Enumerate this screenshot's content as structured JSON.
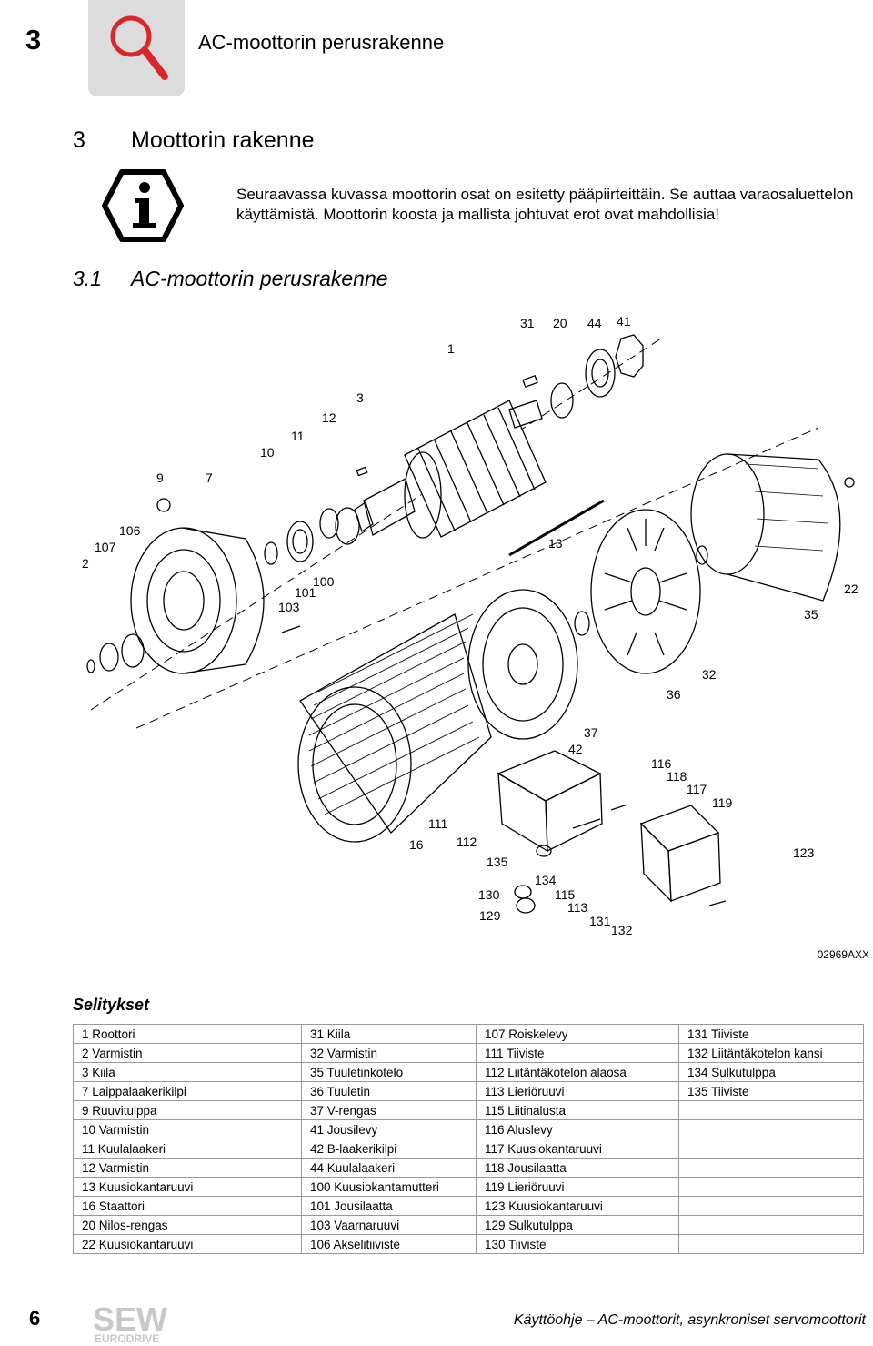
{
  "header": {
    "chapter_number": "3",
    "chapter_title": "AC-moottorin perusrakenne",
    "icon": "magnifier-icon"
  },
  "section": {
    "number": "3",
    "title": "Moottorin rakenne"
  },
  "info": {
    "icon": "info-icon",
    "text": "Seuraavassa kuvassa moottorin osat on esitetty pääpiirteittäin. Se auttaa varaosaluettelon käyttämistä. Moottorin koosta ja mallista johtuvat erot ovat mahdollisia!"
  },
  "subsection": {
    "number": "3.1",
    "title": "AC-moottorin perusrakenne"
  },
  "figure": {
    "id": "02969AXX",
    "labels": [
      "1",
      "31",
      "20",
      "44",
      "41",
      "3",
      "12",
      "11",
      "10",
      "9",
      "7",
      "106",
      "107",
      "2",
      "13",
      "100",
      "101",
      "103",
      "22",
      "35",
      "32",
      "36",
      "37",
      "42",
      "116",
      "118",
      "117",
      "119",
      "111",
      "16",
      "112",
      "135",
      "134",
      "130",
      "115",
      "113",
      "129",
      "131",
      "132",
      "123"
    ]
  },
  "legend": {
    "title": "Selitykset",
    "rows": [
      [
        "1 Roottori",
        "31 Kiila",
        "107 Roiskelevy",
        "131 Tiiviste"
      ],
      [
        "2 Varmistin",
        "32 Varmistin",
        "111 Tiiviste",
        "132 Liitäntäkotelon kansi"
      ],
      [
        "3 Kiila",
        "35 Tuuletinkotelo",
        "112 Liitäntäkotelon alaosa",
        "134 Sulkutulppa"
      ],
      [
        "7 Laippalaakerikilpi",
        "36 Tuuletin",
        "113 Lieriöruuvi",
        "135 Tiiviste"
      ],
      [
        "9 Ruuvitulppa",
        "37 V-rengas",
        "115 Liitinalusta",
        ""
      ],
      [
        "10 Varmistin",
        "41 Jousilevy",
        "116 Aluslevy",
        ""
      ],
      [
        "11 Kuulalaakeri",
        "42 B-laakerikilpi",
        "117 Kuusiokantaruuvi",
        ""
      ],
      [
        "12 Varmistin",
        "44 Kuulalaakeri",
        "118 Jousilaatta",
        ""
      ],
      [
        "13 Kuusiokantaruuvi",
        "100 Kuusiokantamutteri",
        "119 Lieriöruuvi",
        ""
      ],
      [
        "16 Staattori",
        "101 Jousilaatta",
        "123 Kuusiokantaruuvi",
        ""
      ],
      [
        "20 Nilos-rengas",
        "103 Vaarnaruuvi",
        "129 Sulkutulppa",
        ""
      ],
      [
        "22 Kuusiokantaruuvi",
        "106 Akselitiiviste",
        "130 Tiiviste",
        ""
      ]
    ]
  },
  "footer": {
    "page_number": "6",
    "logo_text": "SEW",
    "logo_subtext": "EURODRIVE",
    "document_title": "Käyttöohje – AC-moottorit, asynkroniset servomoottorit"
  }
}
